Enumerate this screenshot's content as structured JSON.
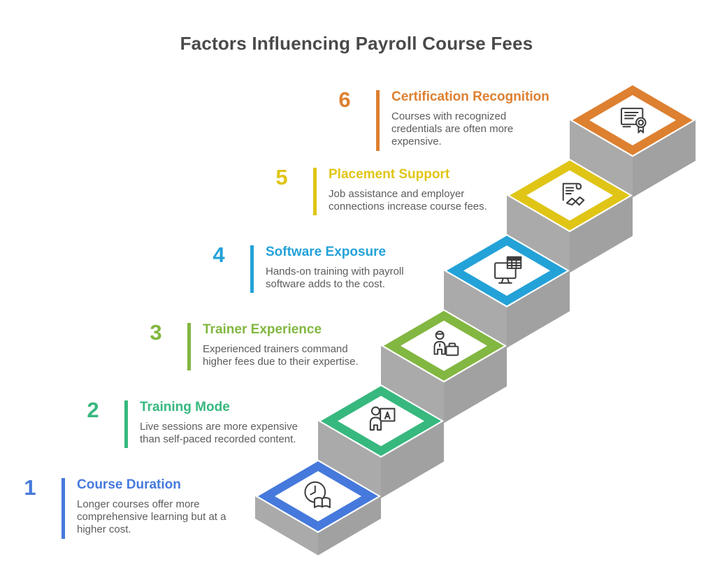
{
  "page_title": "Factors Influencing Payroll Course Fees",
  "graphic": {
    "style": "isometric-staircase",
    "gray_left": "#aaaaaa",
    "gray_right": "#a1a1a1",
    "icon_stroke": "#3e3e3e"
  },
  "steps": [
    {
      "number": "1",
      "title": "Course Duration",
      "description": "Longer courses offer more comprehensive learning but at a higher cost.",
      "color": "#4679dc",
      "icon": "clock-book-icon"
    },
    {
      "number": "2",
      "title": "Training Mode",
      "description": "Live sessions are more expensive than self-paced recorded content.",
      "color": "#37b87e",
      "icon": "trainer-board-icon"
    },
    {
      "number": "3",
      "title": "Trainer Experience",
      "description": "Experienced trainers command higher fees due to their expertise.",
      "color": "#82b741",
      "icon": "person-briefcase-icon"
    },
    {
      "number": "4",
      "title": "Software Exposure",
      "description": "Hands-on training with payroll software adds to the cost.",
      "color": "#23a2d8",
      "icon": "monitor-spreadsheet-icon"
    },
    {
      "number": "5",
      "title": "Placement Support",
      "description": "Job assistance and employer connections increase course fees.",
      "color": "#e0c516",
      "icon": "document-handshake-icon"
    },
    {
      "number": "6",
      "title": "Certification Recognition",
      "description": "Courses with recognized credentials are often more expensive.",
      "color": "#dd8030",
      "icon": "certificate-medal-icon"
    }
  ]
}
